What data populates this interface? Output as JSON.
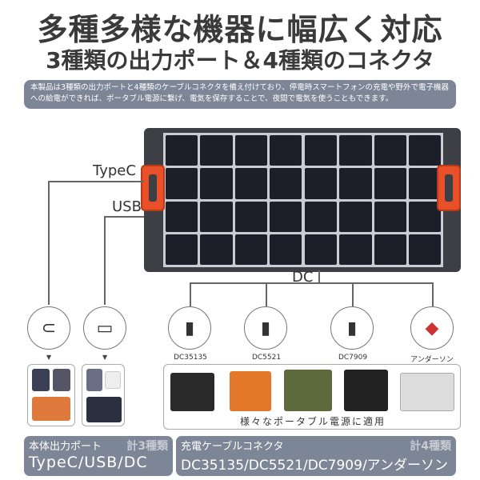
{
  "title": "多種多様な機器に幅広く対応",
  "subtitle": "3種類の出力ポート＆4種類のコネクタ",
  "description": "本製品は3種類の出力ポートと4種類のケーブルコネクタを備え付けており、停電時スマートフォンの充電や野外で電子機器への給電ができれば、ポータブル電源に繋げ、電気を保存することで、夜間で電気を使うこともできます。",
  "ports": {
    "typec": "TypeC",
    "usb": "USB",
    "dc": "DC"
  },
  "connectors": [
    {
      "label": "DC35135"
    },
    {
      "label": "DC5521"
    },
    {
      "label": "DC7909"
    },
    {
      "label": "アンダーソン"
    }
  ],
  "devices_caption": "様々なポータブル電源に適用",
  "bottom": {
    "left": {
      "title": "本体出力ポート",
      "count": "計3種類",
      "value": "TypeC/USB/DC"
    },
    "right": {
      "title": "充電ケーブルコネクタ",
      "count": "計4種類",
      "value": "DC35135/DC5521/DC7909/アンダーソン"
    }
  },
  "colors": {
    "box": "#7d8696",
    "handle": "#e8502a",
    "cell": "#1c1f2a"
  }
}
